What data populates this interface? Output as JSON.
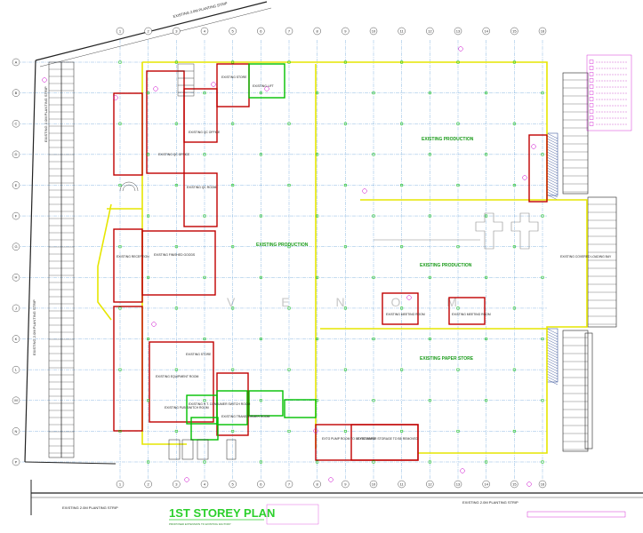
{
  "title": "1ST STOREY PLAN",
  "subtitle": "PROPOSED EXTENSION TO EXISTING FACTORY",
  "watermark": "V E N O M",
  "road_labels": {
    "top": "EXISTING 2.0M PLANTING STRIP",
    "bottom_left": "EXISTING 2.0M PLANTING STRIP",
    "bottom_right": "EXISTING 2.0M PLANTING STRIP",
    "left_upper": "EXISTING 2.0M PLANTING STRIP",
    "left_lower": "EXISTING 2.0M PLANTING STRIP"
  },
  "areas": {
    "production_top": "EXISTING PRODUCTION",
    "production_mid": "EXISTING PRODUCTION",
    "production_right": "EXISTING PRODUCTION",
    "paper_store": "EXISTING PAPER STORE",
    "finished_goods": "EXISTING FINISHED GOODS",
    "reception": "EXISTING RECEPTION",
    "qc_office_1": "EXISTING QC OFFICE",
    "qc_office_2": "EXISTING QC OFFICE",
    "qc_room": "EXISTING QC ROOM",
    "store_1": "EXISTING STORE",
    "store_2": "EXISTING STORE",
    "switch_room_1": "EXISTING H.T. CONSUMER SWITCH ROOM",
    "switch_room_2": "EXISTING TRANSFORMER ROOM",
    "switch_room_3": "EXISTING PUB SWITCH ROOM",
    "equipment_room": "EXISTING EQUIPMENT ROOM",
    "loading_bay": "EXISTING COVERED LOADING BAY",
    "paper_storage": "EXTG PAPER STORAGE TO BE REMOVED",
    "pump_room": "EXTG PUMP ROOM TO BE RETAINED",
    "meeting_room_1": "EXISTING MEETING ROOM",
    "meeting_room_2": "EXISTING MEETING ROOM",
    "lift": "EXISTING LIFT"
  },
  "grid_columns": [
    "1",
    "2",
    "3",
    "4",
    "5",
    "6",
    "7",
    "8",
    "9",
    "10",
    "11",
    "12",
    "13",
    "14",
    "15",
    "16"
  ],
  "grid_rows": [
    "A",
    "B",
    "C",
    "D",
    "E",
    "F",
    "G",
    "H",
    "J",
    "K",
    "L",
    "M",
    "N",
    "P"
  ],
  "colors": {
    "red_wall": "#c00000",
    "yellow_wall": "#e6e600",
    "green_wall": "#00c000",
    "grid": "#5a9ad6",
    "magenta": "#cc00cc",
    "dark": "#222222",
    "title": "#2bd02b"
  }
}
